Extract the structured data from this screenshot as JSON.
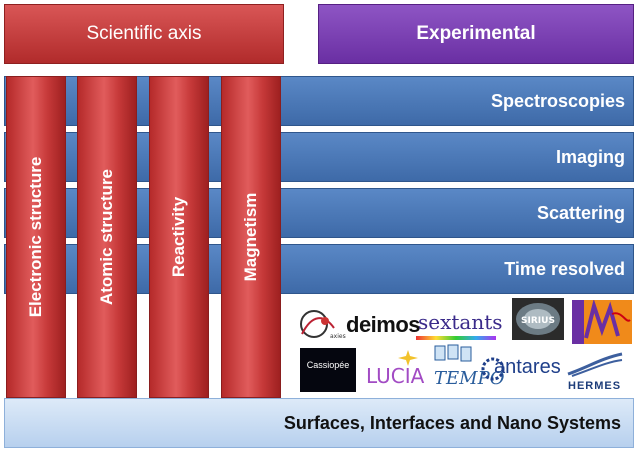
{
  "header": {
    "scientific_axis": "Scientific axis",
    "experimental": "Experimental"
  },
  "bands": [
    "Spectroscopies",
    "Imaging",
    "Scattering",
    "Time resolved"
  ],
  "columns": [
    "Electronic structure",
    "Atomic structure",
    "Reactivity",
    "Magnetism"
  ],
  "base": "Surfaces, Interfaces and Nano Systems",
  "logos": {
    "galaxies": "GALAXIES",
    "deimos": "deimos",
    "sextants": "sextants",
    "sirius": "SIRIUS",
    "cassiopee": "Cassiopée",
    "lucia": "LUCIA",
    "tempo": "TEMPO",
    "antares": "antares",
    "hermes": "HERMES"
  },
  "colors": {
    "red": "#c63939",
    "purple": "#6a2fa3",
    "blue": "#4a76b4",
    "base_light": "#c9dcf3"
  }
}
